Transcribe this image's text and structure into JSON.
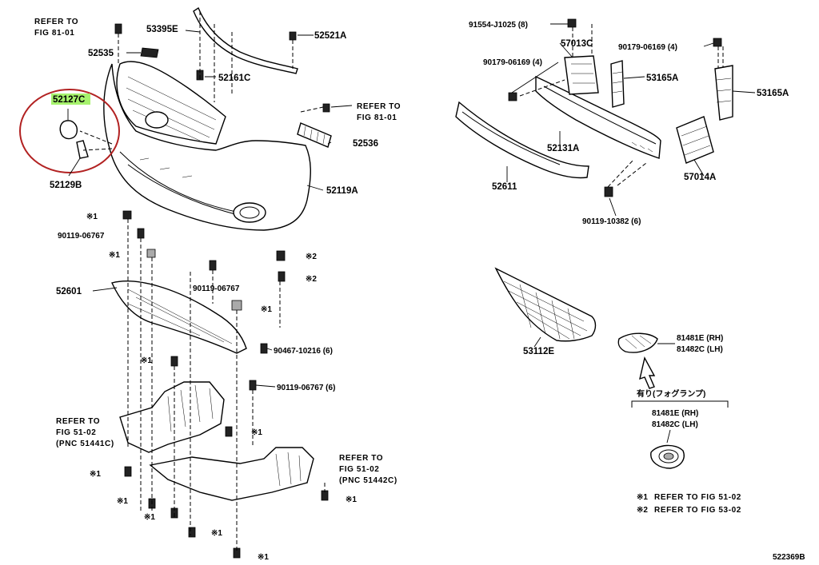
{
  "diagram_id": "522369B",
  "refs": {
    "ref_81_01_top": [
      "REFER TO",
      "FIG 81-01"
    ],
    "ref_81_01_right": [
      "REFER TO",
      "FIG 81-01"
    ],
    "ref_51_02_left": [
      "REFER TO",
      "FIG 51-02",
      "(PNC 51441C)"
    ],
    "ref_51_02_right": [
      "REFER TO",
      "FIG 51-02",
      "(PNC 51442C)"
    ]
  },
  "parts": {
    "p53395E": "53395E",
    "p52521A": "52521A",
    "p52535": "52535",
    "p52161C": "52161C",
    "p52127C": "52127C",
    "p52536": "52536",
    "p52129B": "52129B",
    "p52119A": "52119A",
    "p90119_06767_a": "90119-06767",
    "p90119_06767_b": "90119-06767",
    "p52601": "52601",
    "p90467_10216": "90467-10216 (6)",
    "p90119_06767_6": "90119-06767 (6)",
    "p91554_J1025": "91554-J1025 (8)",
    "p57013C": "57013C",
    "p90179_06169_a": "90179-06169 (4)",
    "p90179_06169_b": "90179-06169 (4)",
    "p53165A_a": "53165A",
    "p53165A_b": "53165A",
    "p52131A": "52131A",
    "p52611": "52611",
    "p57014A": "57014A",
    "p90119_10382": "90119-10382 (6)",
    "p53112E": "53112E",
    "p81481E_rh": "81481E (RH)",
    "p81482C_lh": "81482C (LH)",
    "p81481E_rh_2": "81481E (RH)",
    "p81482C_lh_2": "81482C (LH)"
  },
  "fog_note": "有り(フォグランプ)",
  "markers": {
    "m1": "※1",
    "m2": "※2"
  },
  "legend": [
    {
      "mark": "※1",
      "text": "REFER TO FIG 51-02"
    },
    {
      "mark": "※2",
      "text": "REFER TO FIG 53-02"
    }
  ],
  "highlight_color": "#a6f26d",
  "circle_color": "#b22222"
}
